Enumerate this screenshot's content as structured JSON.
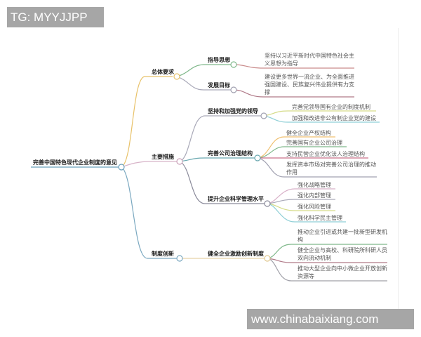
{
  "watermarks": {
    "top": "TG: MYYJJPP",
    "bottom": "www.chinabaixiang.com"
  },
  "mindmap": {
    "root": "完善中国特色现代企业制度的意见",
    "branches": [
      {
        "label": "总体要求",
        "color": "#e8c26a",
        "children": [
          {
            "label": "指导思想",
            "color": "#7fb88a",
            "leaves": [
              {
                "text": "坚持以习近平新时代中国特色社会主义思想为指导",
                "color": "#c98a8a"
              }
            ]
          },
          {
            "label": "发展目标",
            "color": "#a9a9b8",
            "leaves": [
              {
                "text": "建设更多世界一流企业、为全面推进强国建设、民族复兴伟业提供有力支撑",
                "color": "#b07a88"
              }
            ]
          }
        ]
      },
      {
        "label": "主要措施",
        "color": "#d7b3c8",
        "children": [
          {
            "label": "坚持和加强党的领导",
            "color": "#a9a9b8",
            "leaves": [
              {
                "text": "完善党领导国有企业的制度机制",
                "color": "#d6dc8a"
              },
              {
                "text": "加强和改进非公有制企业党的建设",
                "color": "#8fcfd6"
              }
            ]
          },
          {
            "label": "完善公司治理结构",
            "color": "#6aa8b0",
            "leaves": [
              {
                "text": "健全企业产权结构",
                "color": "#f0c070"
              },
              {
                "text": "完善国有企业公司治理",
                "color": "#7fb88a"
              },
              {
                "text": "支持民营企业优化法人治理结构",
                "color": "#c9708a"
              },
              {
                "text": "发挥资本市场对完善公司治理的推动作用",
                "color": "#a0a0b0"
              }
            ]
          },
          {
            "label": "提升企业科学管理水平",
            "color": "#8a8a9a",
            "leaves": [
              {
                "text": "强化战略管理",
                "color": "#d8b0c8"
              },
              {
                "text": "强化内部管理",
                "color": "#a9a9b8"
              },
              {
                "text": "强化风险管理",
                "color": "#d6dc8a"
              },
              {
                "text": "强化科学民主管理",
                "color": "#8fcfd6"
              }
            ]
          }
        ]
      },
      {
        "label": "制度创新",
        "color": "#7aa8c0",
        "children": [
          {
            "label": "健全企业激励创新制度",
            "color": "#e8d2a6",
            "leaves": [
              {
                "text": "推动企业引进或共建一批新型研发机构",
                "color": "#7fb88a"
              },
              {
                "text": "健全企业与高校、科研院所科研人员双向流动机制",
                "color": "#b07a88"
              },
              {
                "text": "推动大型企业向中小微企业开放创新资源等",
                "color": "#a0a0a8"
              }
            ]
          }
        ]
      }
    ]
  }
}
